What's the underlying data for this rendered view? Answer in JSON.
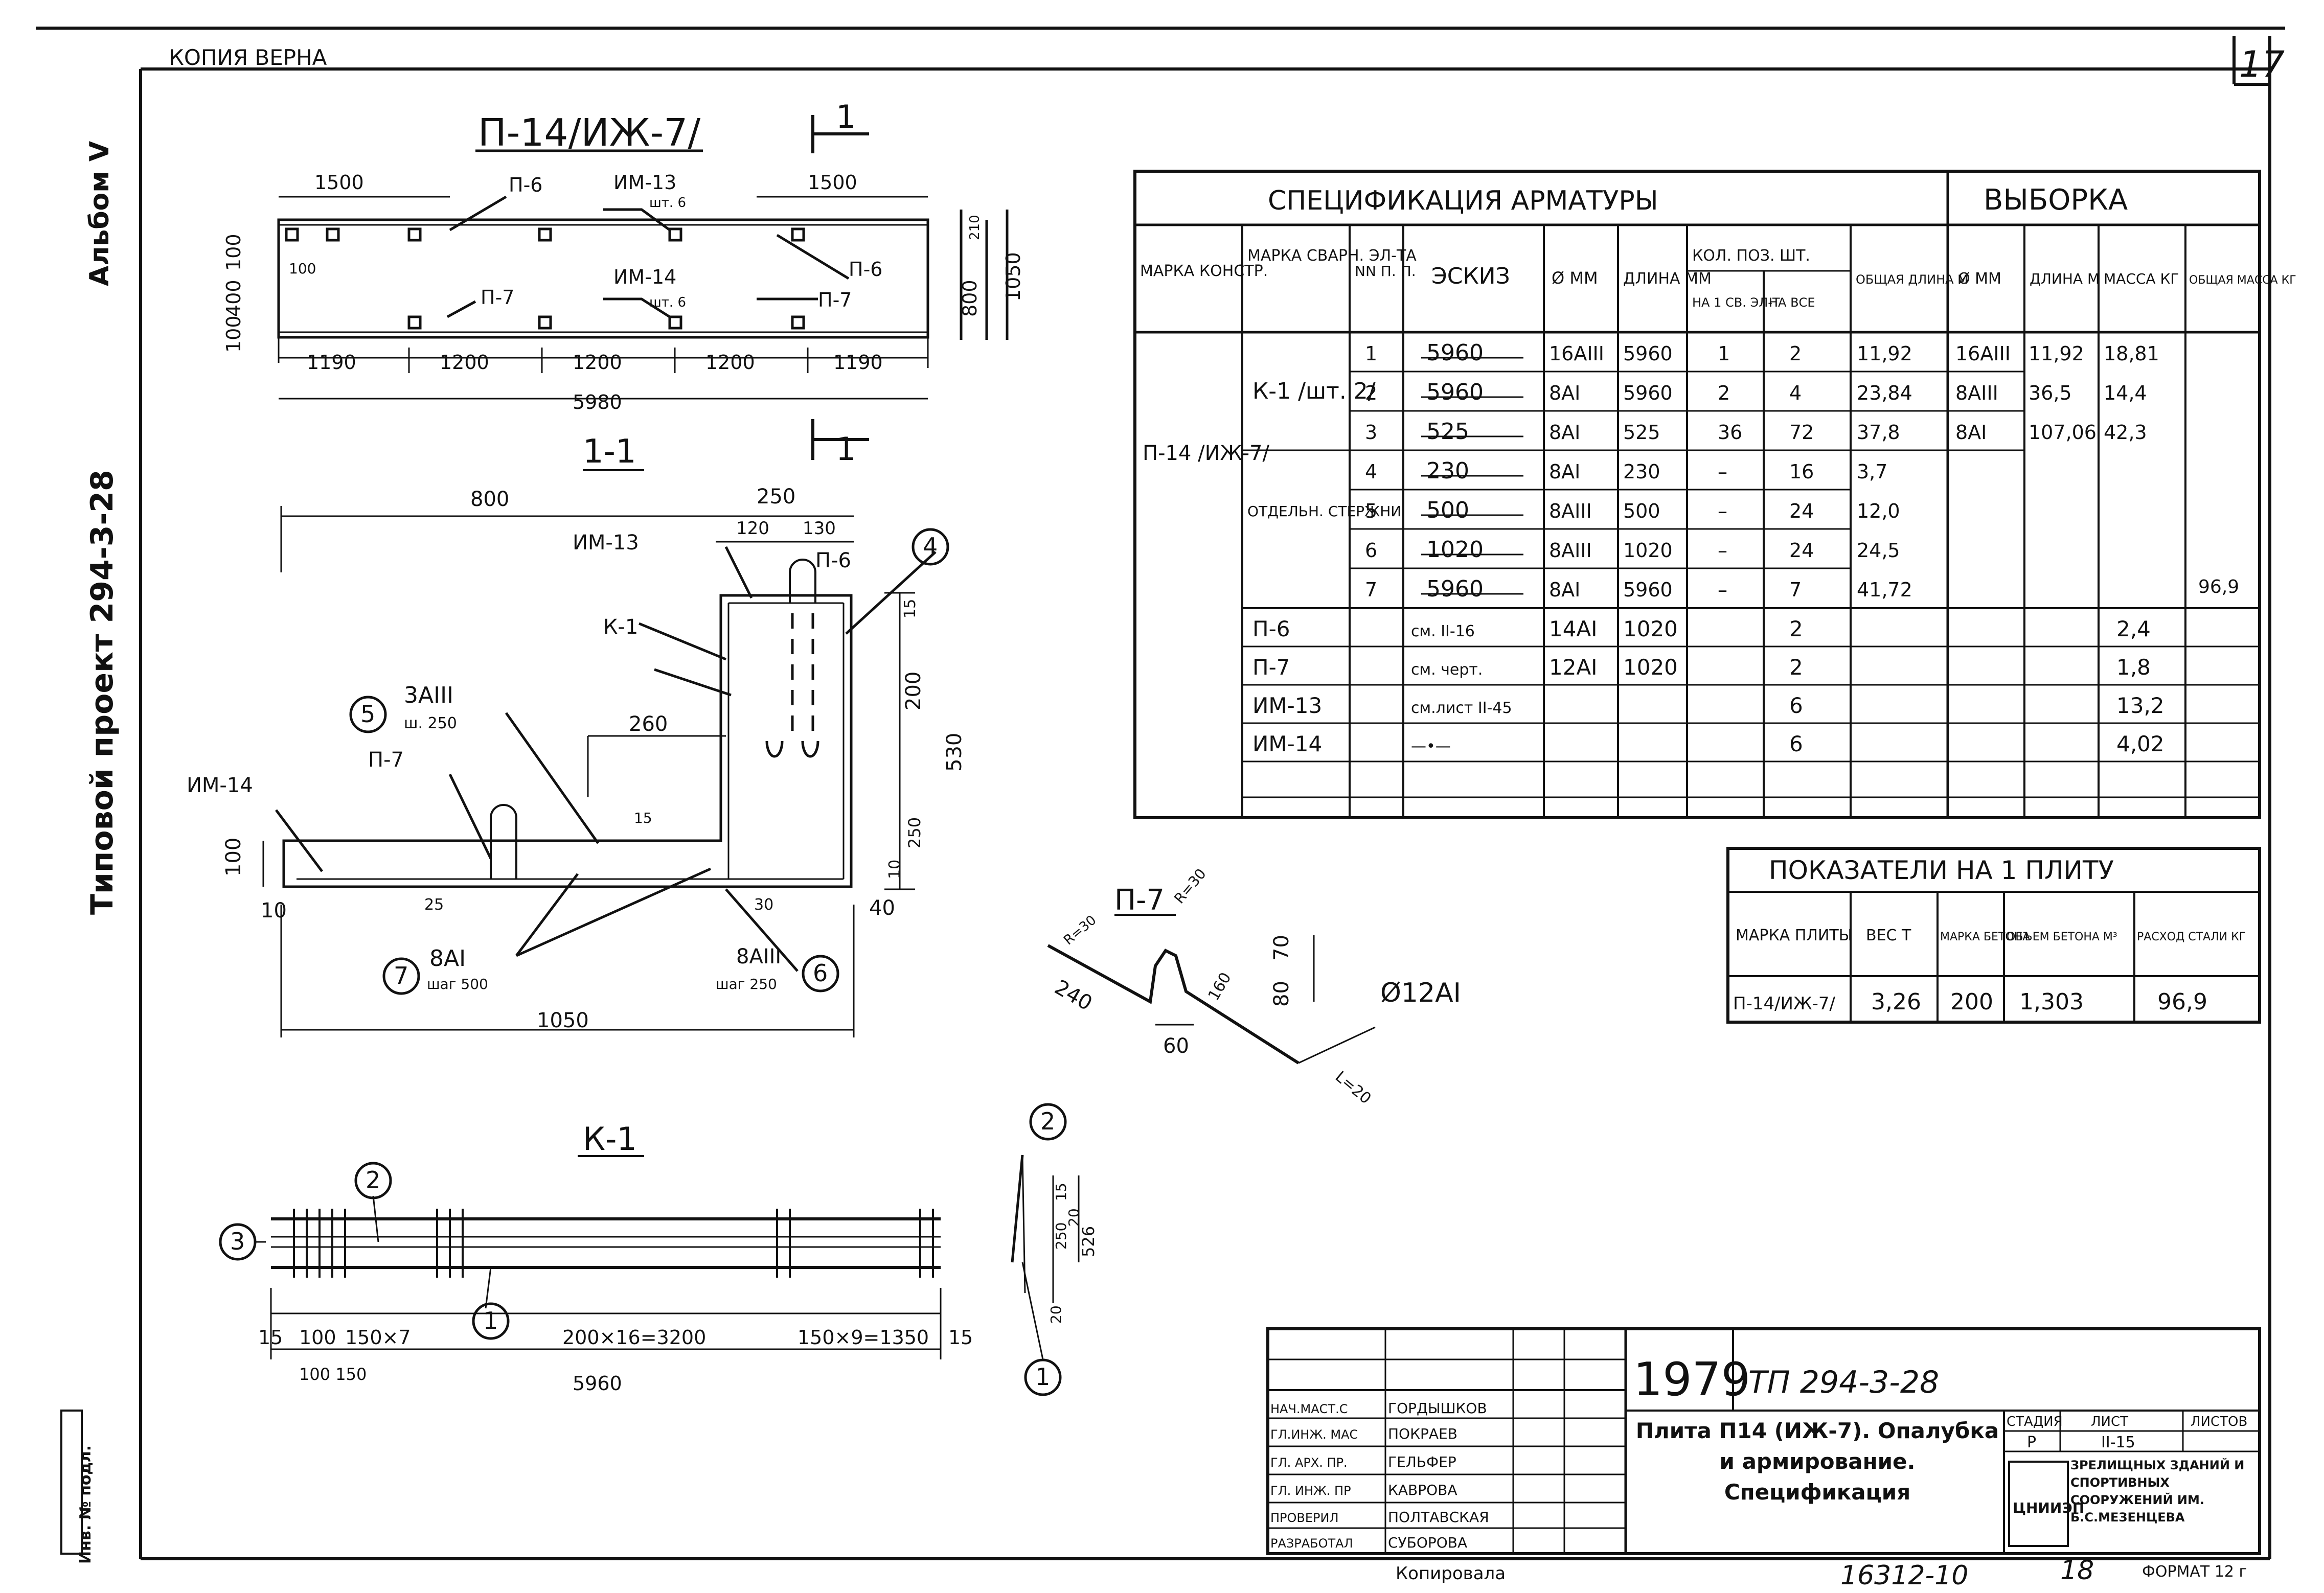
{
  "header": {
    "copy_note": "КОПИЯ ВЕРНА",
    "sheet_number": "17"
  },
  "side": {
    "album": "Альбом V",
    "project": "Типовой проект  294-3-28",
    "inv": "Инв. № подл."
  },
  "drawing": {
    "title": "П-14/ИЖ-7/",
    "section_mark": "1",
    "plan": {
      "dims_top": [
        "1500",
        "1500"
      ],
      "labels": [
        "П-6",
        "ИМ-13",
        "шт. 6",
        "П-6",
        "П-7",
        "ИМ-14",
        "шт. 6",
        "П-7"
      ],
      "side_dims": [
        "100",
        "400",
        "100",
        "100",
        "800",
        "1050",
        "210"
      ],
      "dims_bottom": [
        "1190",
        "1200",
        "1200",
        "1200",
        "1190"
      ],
      "total": "5980"
    },
    "section": {
      "title": "1-1",
      "dims_top": [
        "800",
        "250",
        "120",
        "130"
      ],
      "labels": [
        "ИМ-13",
        "П-6",
        "К-1",
        "ИМ-14",
        "П-7",
        "260",
        "15",
        "25",
        "30",
        "40",
        "10",
        "100",
        "10",
        "200",
        "250",
        "530",
        "15",
        "1050"
      ],
      "callout4": "4",
      "callout5": {
        "num": "5",
        "bar": "3АIII",
        "step": "ш. 250"
      },
      "callout6": {
        "num": "6",
        "bar": "8АIII",
        "step": "шаг 250"
      },
      "callout7": {
        "num": "7",
        "bar": "8АI",
        "step": "шаг 500"
      }
    },
    "p7_detail": {
      "title": "П-7",
      "labels": [
        "R=30",
        "R=30",
        "70",
        "80",
        "60",
        "240",
        "160",
        "Ø12АI",
        "L=20"
      ]
    },
    "k1": {
      "title": "К-1",
      "callouts": [
        "1",
        "2",
        "3",
        "2",
        "1"
      ],
      "dims_bottom": [
        "15",
        "100",
        "150×7",
        "200×16=3200",
        "150×9=1350",
        "15"
      ],
      "dims_sub": [
        "100 150"
      ],
      "total": "5960",
      "side_dims": [
        "15",
        "250",
        "20",
        "526",
        "20"
      ]
    }
  },
  "spec": {
    "title": "СПЕЦИФИКАЦИЯ   АРМАТУРЫ",
    "sample_title": "ВЫБОРКА",
    "headers": {
      "mark_constr": "МАРКА КОНСТР.",
      "mark_weld": "МАРКА СВАРН. ЭЛ-ТА",
      "nn": "NN П. П.",
      "sketch": "ЭСКИЗ",
      "dia": "Ø ММ",
      "length": "ДЛИНА ММ",
      "qty": "КОЛ. ПОЗ. ШТ.",
      "qty_el": "НА 1 СВ. ЭЛ-Т",
      "qty_all": "НА ВСЕ",
      "total_len": "ОБЩАЯ ДЛИНА М",
      "s_dia": "Ø ММ",
      "s_len": "ДЛИНА М",
      "s_mass": "МАССА КГ",
      "s_total": "ОБЩАЯ МАССА КГ"
    },
    "constr_mark": "П-14 /ИЖ-7/",
    "group_k1": "К-1 /шт. 2/",
    "group_sep": "ОТДЕЛЬН. СТЕРЖНИ",
    "rows": [
      [
        "1",
        "5960",
        "16АIII",
        "5960",
        "1",
        "2",
        "11,92",
        "16АIII",
        "11,92",
        "18,81"
      ],
      [
        "2",
        "5960",
        "8АI",
        "5960",
        "2",
        "4",
        "23,84",
        "8АIII",
        "36,5",
        "14,4"
      ],
      [
        "3",
        "525",
        "8АI",
        "525",
        "36",
        "72",
        "37,8",
        "8АI",
        "107,06",
        "42,3"
      ],
      [
        "4",
        "230",
        "8АI",
        "230",
        "–",
        "16",
        "3,7",
        "",
        "",
        ""
      ],
      [
        "5",
        "500",
        "8АIII",
        "500",
        "–",
        "24",
        "12,0",
        "",
        "",
        ""
      ],
      [
        "6",
        "1020",
        "8АIII",
        "1020",
        "–",
        "24",
        "24,5",
        "",
        "",
        ""
      ],
      [
        "7",
        "5960",
        "8АI",
        "5960",
        "–",
        "7",
        "41,72",
        "",
        "",
        ""
      ]
    ],
    "extra_rows": [
      [
        "П-6",
        "см. II-16",
        "14АI",
        "1020",
        "2",
        "2,4"
      ],
      [
        "П-7",
        "см. черт.",
        "12АI",
        "1020",
        "2",
        "1,8"
      ],
      [
        "ИМ-13",
        "см.лист II-45",
        "",
        "",
        "6",
        "13,2"
      ],
      [
        "ИМ-14",
        "—•—",
        "",
        "",
        "6",
        "4,02"
      ]
    ],
    "grand_total": "96,9"
  },
  "indicators": {
    "title": "ПОКАЗАТЕЛИ НА 1 ПЛИТУ",
    "headers": [
      "МАРКА ПЛИТЫ",
      "ВЕС Т",
      "МАРКА БЕТОНА",
      "ОБЪЕМ БЕТОНА М³",
      "РАСХОД СТАЛИ КГ"
    ],
    "values": [
      "П-14/ИЖ-7/",
      "3,26",
      "200",
      "1,303",
      "96,9"
    ]
  },
  "title_block": {
    "year": "1979",
    "code": "ТП  294-3-28",
    "roles": [
      [
        "НАЧ.МАСТ.С",
        "ГОРДЫШКОВ"
      ],
      [
        "ГЛ.ИНЖ. МАС",
        "ПОКРАЕВ"
      ],
      [
        "ГЛ. АРХ. ПР.",
        "ГЕЛЬФЕР"
      ],
      [
        "ГЛ. ИНЖ. ПР",
        "КАВРОВА"
      ],
      [
        "ПРОВЕРИЛ",
        "ПОЛТАВСКАЯ"
      ],
      [
        "РАЗРАБОТАЛ",
        "СУБОРОВА"
      ]
    ],
    "title": "Плита П14 (ИЖ-7). Опалубка и армирование. Спецификация",
    "stage_label": "СТАДИЯ",
    "sheet_label": "ЛИСТ",
    "sheets_label": "ЛИСТОВ",
    "stage": "Р",
    "sheet": "II-15",
    "org_logo": "ЦНИИЭП",
    "org": "ЗРЕЛИЩНЫХ ЗДАНИЙ И СПОРТИВНЫХ СООРУЖЕНИЙ ИМ. Б.С.МЕЗЕНЦЕВА",
    "copied_label": "Копировала",
    "order": "16312-10",
    "sheet_num2": "18",
    "format": "ФОРМАТ 12 г"
  }
}
